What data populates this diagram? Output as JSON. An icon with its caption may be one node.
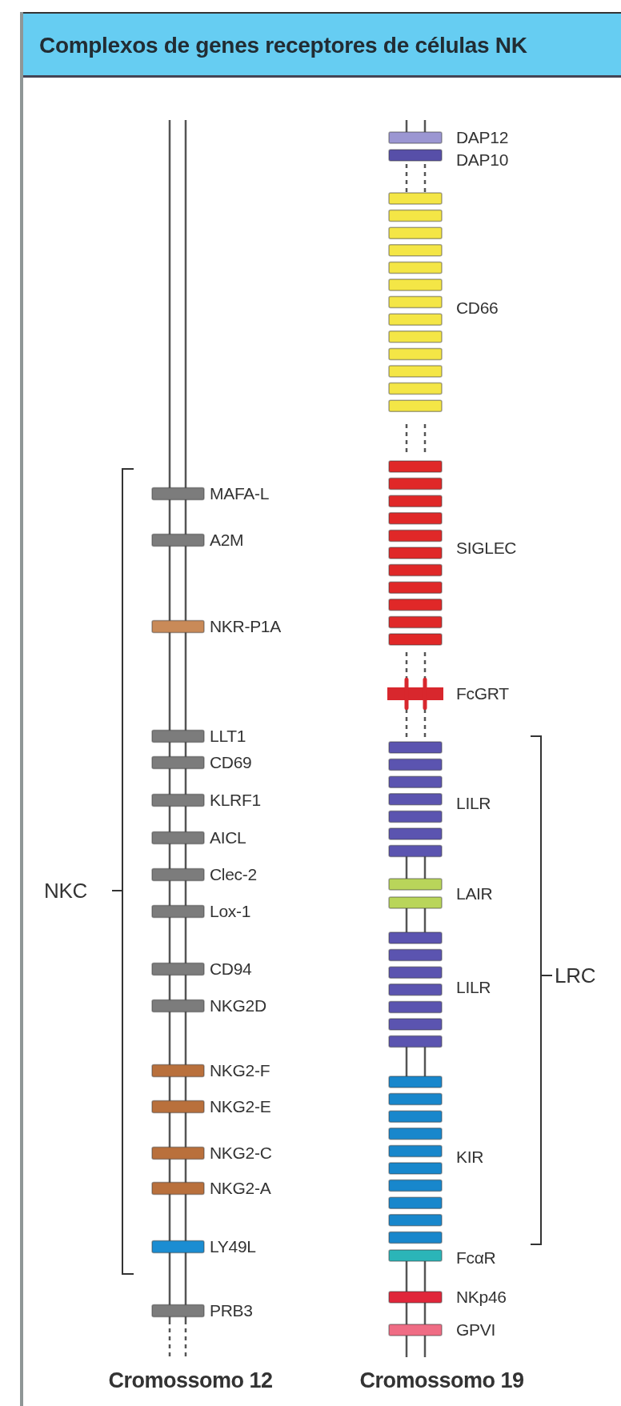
{
  "diagram": {
    "title": "Complexos de genes receptores de células NK",
    "labels": [
      "MAFA-L",
      "A2M",
      "NKR-P1A",
      "LLT1",
      "CD69",
      "KLRF1",
      "AICL",
      "Clec-2",
      "Lox-1",
      "CD94",
      "NKG2D",
      "NKG2-F",
      "NKG2-E",
      "NKG2-C",
      "NKG2-A",
      "LY49L",
      "PRB3",
      "NKC",
      "Cromossomo 12",
      "DAP12",
      "DAP10",
      "CD66",
      "SIGLEC",
      "FcGRT",
      "LILR",
      "LAIR",
      "LILR",
      "KIR",
      "FcαR",
      "NKp46",
      "GPVI",
      "LRC",
      "Cromossomo 19"
    ]
  }
}
